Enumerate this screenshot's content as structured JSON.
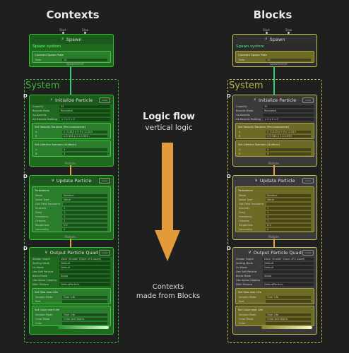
{
  "headings": {
    "left": "Contexts",
    "right": "Blocks"
  },
  "center": {
    "title": "Logic flow",
    "subtitle": "vertical logic",
    "caption_line1": "Contexts",
    "caption_line2": "made from Blocks"
  },
  "colors": {
    "green_border": "#2ec42e",
    "green_fill": "#1f6a1f",
    "yellow_border": "#c7c14e",
    "yellow_fill": "#6d6a26",
    "gray_fill": "#3a3a3a",
    "wire_green": "#27d47a",
    "wire_orange": "#e8a33a",
    "arrow": "#e29a3a",
    "system_border": "#3a8f6a"
  },
  "spawn": {
    "ports": {
      "start": "Start",
      "stop": "Stop"
    },
    "title": "Spawn",
    "system_name": "Spawn system",
    "block_title": "Constant Spawn Rate",
    "rate_label": "Rate",
    "rate_value": "10",
    "out_port": "SpawnEvent"
  },
  "system": {
    "label": "System"
  },
  "initialize": {
    "title": "Initialize Particle",
    "badge": "Local",
    "rows": [
      {
        "k": "Capacity",
        "v": "32"
      },
      {
        "k": "Bounds Mode",
        "v": "Recorded"
      },
      {
        "k": "AA Bounds",
        "v": ""
      },
      {
        "k": "AA Bounds Padding",
        "v": "x 0    y 0    z 0"
      }
    ],
    "block1_title": "Set Velocity Random (Per-component)",
    "block1_rows": [
      {
        "k": "A",
        "v": "x -0.333  y 0.3  z -0.333"
      },
      {
        "k": "B",
        "v": "x 0.333  y 1  z 0.333"
      }
    ],
    "block2_title": "Set Lifetime Random (Uniform)",
    "block2_rows": [
      {
        "k": "A",
        "v": "3"
      },
      {
        "k": "B",
        "v": "3"
      }
    ],
    "out_port": "Particle"
  },
  "update": {
    "title": "Update Particle",
    "badge": "Local",
    "block1_title": "Turbulence",
    "block1_rows": [
      {
        "k": "Mode",
        "v": "Relative"
      },
      {
        "k": "Noise Type",
        "v": "Value"
      },
      {
        "k": "Use Field Transform",
        "v": ""
      },
      {
        "k": "Intensity",
        "v": "1"
      },
      {
        "k": "Drag",
        "v": "1"
      },
      {
        "k": "Frequency",
        "v": "1"
      },
      {
        "k": "Octaves",
        "v": "1"
      },
      {
        "k": "Roughness",
        "v": "0.5"
      },
      {
        "k": "Lacunarity",
        "v": "2"
      }
    ],
    "out_port": "Particle"
  },
  "output": {
    "title": "Output Particle Quad",
    "badge": "Local",
    "rows": [
      {
        "k": "Shader Graph",
        "v": "None (Shader Graph VFX Asset)"
      },
      {
        "k": "Sorting Mode",
        "v": "Default"
      },
      {
        "k": "Uv Mode",
        "v": "Default"
      },
      {
        "k": "Use Soft Particle",
        "v": ""
      },
      {
        "k": "Blend Mode",
        "v": "Alpha"
      },
      {
        "k": "Use Alpha Clipping",
        "v": ""
      },
      {
        "k": "Main Texture",
        "v": "DefaultParticle"
      }
    ],
    "block1_title": "Set Size over Life",
    "block1_rows": [
      {
        "k": "Sample Mode",
        "v": "Over Life"
      },
      {
        "k": "Size",
        "v": ""
      }
    ],
    "block2_title": "Set Color over Life",
    "block2_rows": [
      {
        "k": "Sample Mode",
        "v": "Over Life"
      },
      {
        "k": "Color Mode",
        "v": "Color And Alpha"
      },
      {
        "k": "Color",
        "v": ""
      }
    ]
  }
}
